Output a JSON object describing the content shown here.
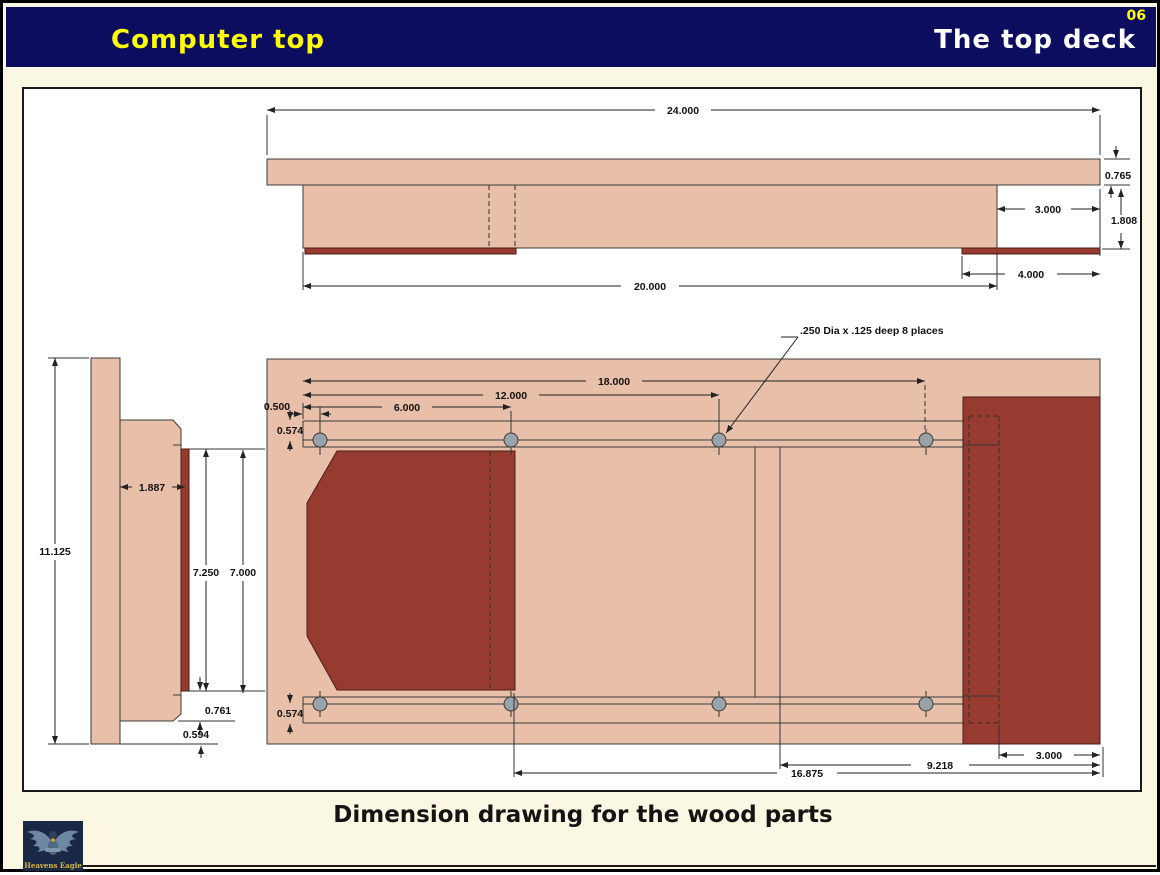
{
  "header": {
    "title_left": "Computer top",
    "title_right": "The top deck",
    "page_number": "06"
  },
  "caption": "Dimension drawing for the wood parts",
  "logo": {
    "name": "Heavens Eagle"
  },
  "colors": {
    "header_bg": "#0D0D60",
    "title_yellow": "#FFFF00",
    "title_white": "#FFFFFF",
    "slide_bg": "#FAF8E2",
    "wood_light": "#E8BFA9",
    "wood_dark_red": "#973A2F",
    "hole_gray": "#98A2A8"
  },
  "drawing": {
    "note": ".250 Dia x .125 deep 8 places",
    "top_view": {
      "overall_length": "24.000",
      "top_thickness": "0.765",
      "right_offset": "3.000",
      "lower_height": "1.808",
      "runner_length": "4.000",
      "lower_length": "20.000"
    },
    "plan_view": {
      "hole_span_outer": "18.000",
      "hole_span_mid": "12.000",
      "hole_span_first": "6.000",
      "hole_edge_offset": "0.500",
      "hole_inset_top": "0.574",
      "hole_inset_bottom": "0.574",
      "right_panel_width": "3.000",
      "brace_offset": "9.218",
      "footprint_offset": "16.875"
    },
    "end_view": {
      "overall_height": "11.125",
      "block_width": "1.887",
      "strip_height": "7.250",
      "rail_span": "7.000",
      "gap_bottom": "0.761",
      "edge_bottom": "0.594"
    }
  }
}
